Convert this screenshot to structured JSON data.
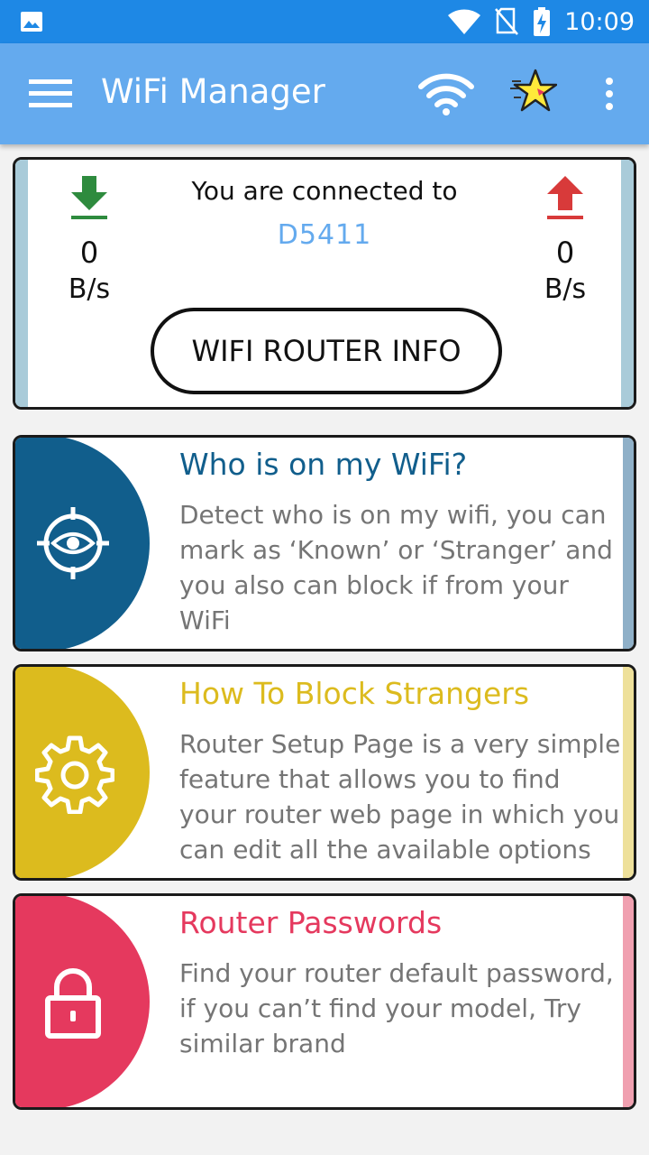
{
  "status_bar": {
    "time": "10:09"
  },
  "app_bar": {
    "title": "WiFi Manager"
  },
  "connection": {
    "label": "You are connected to",
    "ssid": "D5411",
    "download": {
      "value": "0",
      "unit": "B/s"
    },
    "upload": {
      "value": "0",
      "unit": "B/s"
    },
    "router_button": "WIFI ROUTER INFO"
  },
  "features": [
    {
      "title": "Who is on my WiFi?",
      "description": "Detect who is on my wifi, you can mark as ‘Known’ or ‘Stranger’ and you also can block if from your WiFi",
      "icon": "eye-target-icon",
      "color": "#115e8c"
    },
    {
      "title": "How To Block Strangers",
      "description": "Router Setup Page is a very simple feature that allows you to find your router web page in which you can edit all the available options",
      "icon": "gear-icon",
      "color": "#dcbb1e"
    },
    {
      "title": "Router Passwords",
      "description": "Find your router default password, if you can’t find your model, Try similar brand",
      "icon": "lock-icon",
      "color": "#e5395e"
    }
  ],
  "colors": {
    "status_bar": "#1e88e5",
    "app_bar": "#64aaee",
    "ssid": "#64aaee",
    "download_arrow": "#2e8b3e",
    "upload_arrow": "#d83a3a"
  }
}
